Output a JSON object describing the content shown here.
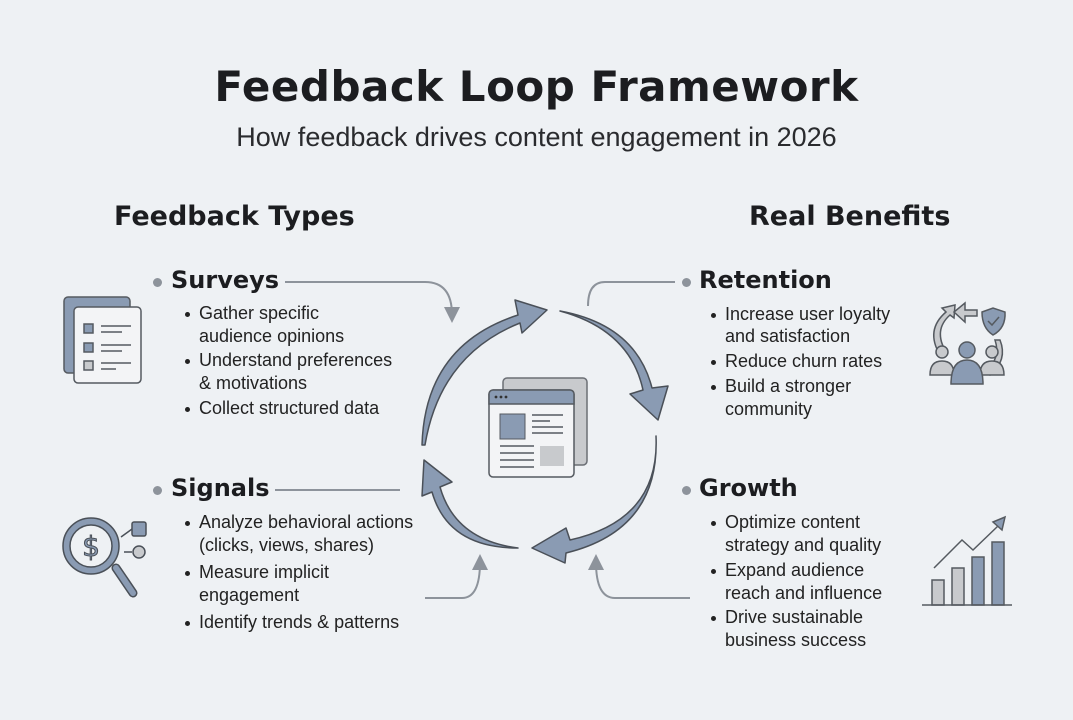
{
  "title": "Feedback Loop Framework",
  "subtitle": "How feedback drives content engagement in 2026",
  "left": {
    "heading": "Feedback Types",
    "sections": [
      {
        "title": "Surveys",
        "icon": "survey-checklist-icon",
        "bullets": [
          {
            "lines": [
              "Gather specific",
              "audience opinions"
            ]
          },
          {
            "lines": [
              "Understand preferences",
              "& motivations"
            ]
          },
          {
            "lines": [
              "Collect structured data"
            ]
          }
        ]
      },
      {
        "title": "Signals",
        "icon": "magnifier-dollar-icon",
        "bullets": [
          {
            "lines": [
              "Analyze behavioral actions",
              "(clicks, views, shares)"
            ]
          },
          {
            "lines": [
              "Measure implicit",
              "engagement"
            ]
          },
          {
            "lines": [
              "Identify trends & patterns"
            ]
          }
        ]
      }
    ]
  },
  "right": {
    "heading": "Real Benefits",
    "sections": [
      {
        "title": "Retention",
        "icon": "community-shield-icon",
        "bullets": [
          {
            "lines": [
              "Increase user loyalty",
              "and satisfaction"
            ]
          },
          {
            "lines": [
              "Reduce churn rates"
            ]
          },
          {
            "lines": [
              "Build a stronger",
              "community"
            ]
          }
        ]
      },
      {
        "title": "Growth",
        "icon": "growth-chart-icon",
        "bullets": [
          {
            "lines": [
              "Optimize content",
              "strategy and quality"
            ]
          },
          {
            "lines": [
              "Expand audience",
              "reach and influence"
            ]
          },
          {
            "lines": [
              "Drive sustainable",
              "business success"
            ]
          }
        ]
      }
    ]
  },
  "center": {
    "icon": "content-page-icon"
  },
  "colors": {
    "accent": "#8a9bb3",
    "stroke": "#4a5058",
    "connector": "#8d939b",
    "background": "#eef1f4"
  }
}
